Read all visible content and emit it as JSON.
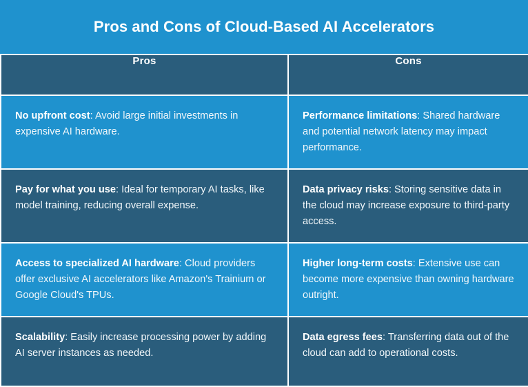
{
  "title": "Pros and Cons of Cloud-Based AI Accelerators",
  "colors": {
    "accent_light_blue": "#1f92ce",
    "accent_dark_slate": "#2a5d7c",
    "border": "#ffffff",
    "text": "#ffffff"
  },
  "table": {
    "headers": {
      "pros": "Pros",
      "cons": "Cons"
    },
    "rows": [
      {
        "pros_lead": "No upfront cost",
        "pros_desc": ": Avoid large initial investments in expensive AI hardware.",
        "cons_lead": "Performance limitations",
        "cons_desc": ": Shared hardware and potential network latency may impact performance."
      },
      {
        "pros_lead": "Pay for what you use",
        "pros_desc": ": Ideal for temporary AI tasks, like model training, reducing overall expense.",
        "cons_lead": "Data privacy risks",
        "cons_desc": ": Storing sensitive data in the cloud may increase exposure to third-party access."
      },
      {
        "pros_lead": "Access to specialized AI hardware",
        "pros_desc": ": Cloud providers offer exclusive AI accelerators like Amazon's Trainium or Google Cloud's TPUs.",
        "cons_lead": "Higher long-term costs",
        "cons_desc": ": Extensive use can become more expensive than owning hardware outright."
      },
      {
        "pros_lead": "Scalability",
        "pros_desc": ": Easily increase processing power by adding AI server instances as needed.",
        "cons_lead": "Data egress fees",
        "cons_desc": ": Transferring data out of the cloud can add to operational costs."
      }
    ]
  }
}
